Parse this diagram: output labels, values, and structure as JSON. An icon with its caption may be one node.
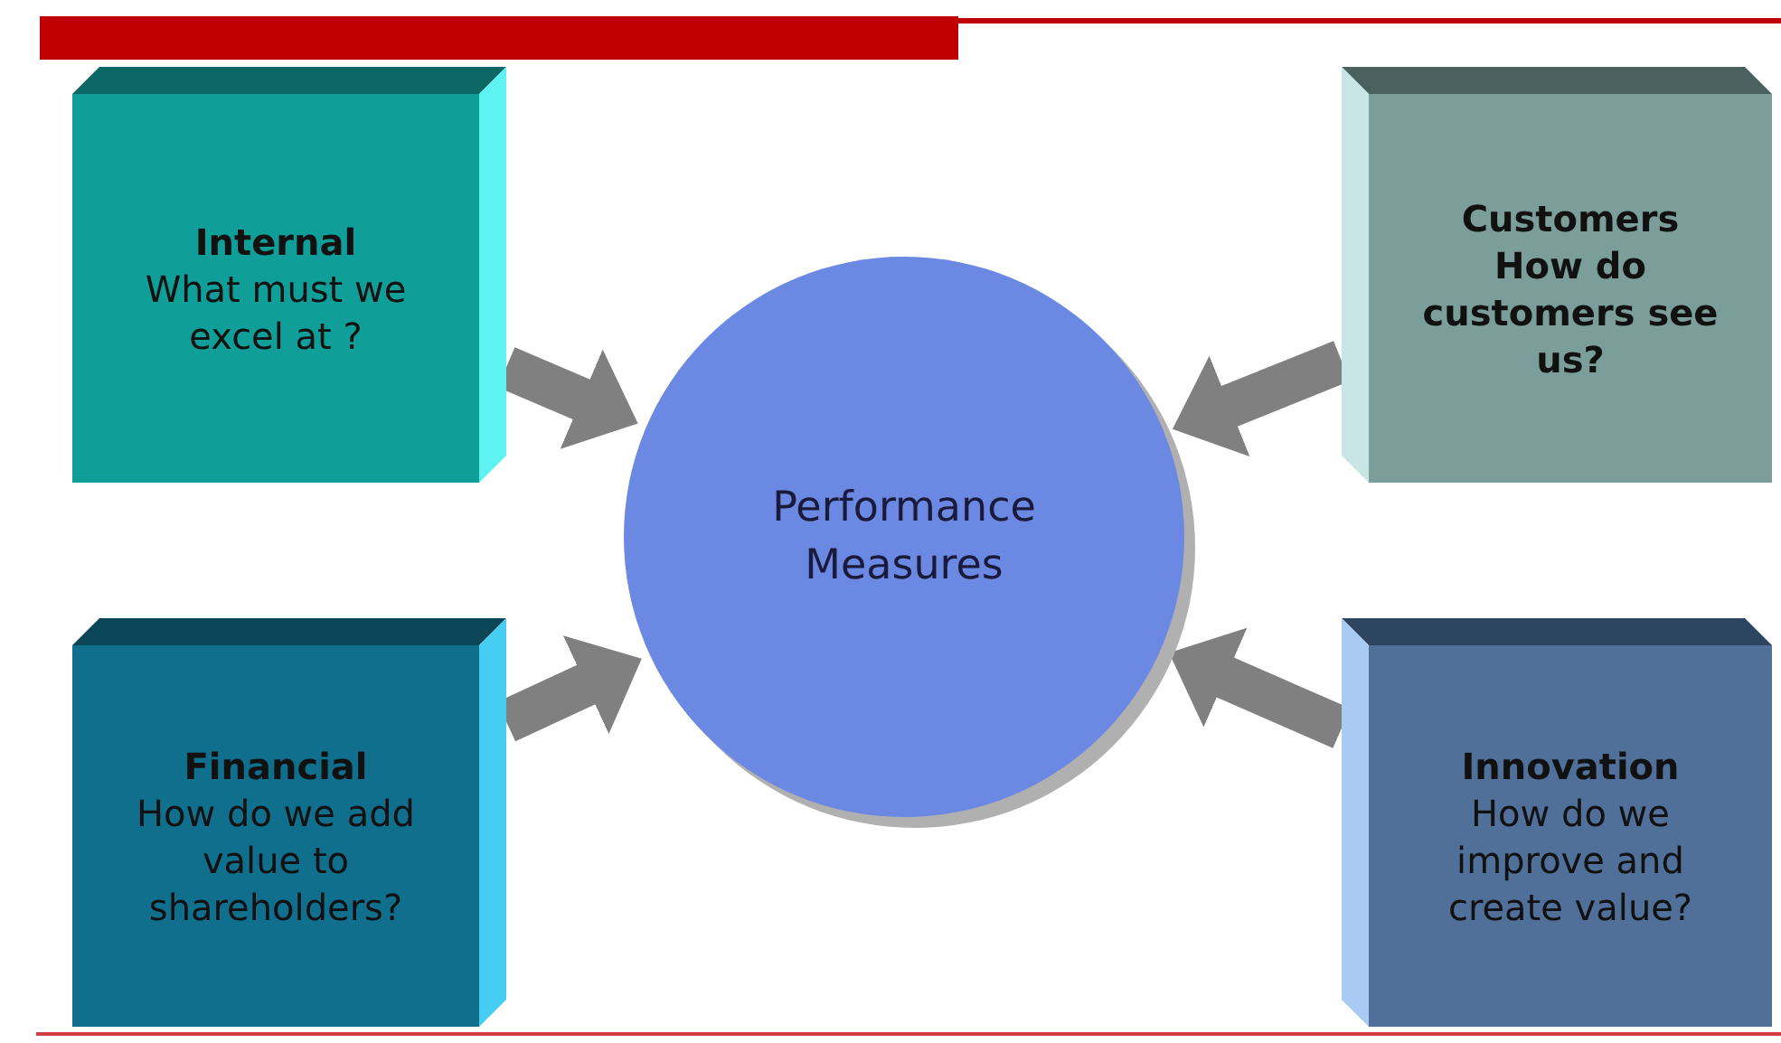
{
  "diagram": {
    "nodes": [
      {
        "text": [
          "Internal",
          "What must we excel at ?"
        ]
      },
      {
        "text": [
          "Customers",
          "How do customers see us?"
        ]
      },
      {
        "text": [
          "Performance Measures"
        ]
      },
      {
        "text": [
          "Financial",
          "How do we add value to shareholders?"
        ]
      },
      {
        "text": [
          "Innovation",
          "How do we improve and create value?"
        ]
      }
    ],
    "edges": [
      {
        "from": 0,
        "to": 2,
        "arrow": "to"
      },
      {
        "from": 1,
        "to": 2,
        "arrow": "to"
      },
      {
        "from": 3,
        "to": 2,
        "arrow": "to"
      },
      {
        "from": 4,
        "to": 2,
        "arrow": "to"
      }
    ]
  }
}
